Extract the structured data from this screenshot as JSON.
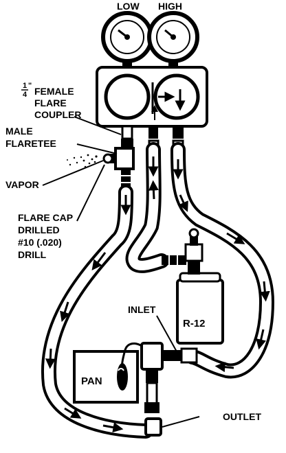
{
  "colors": {
    "ink": "#000000",
    "paper": "#ffffff"
  },
  "gauges": {
    "low": "LOW",
    "high": "HIGH"
  },
  "labels": {
    "fraction_num": "1",
    "fraction_den": "4",
    "fraction_mark": "\"",
    "female_flare_line1": "FEMALE",
    "female_flare_line2": "FLARE",
    "female_flare_line3": "COUPLER",
    "male_flaretee_line1": "MALE",
    "male_flaretee_line2": "FLARETEE",
    "vapor": "VAPOR",
    "flare_cap_line1": "FLARE CAP",
    "flare_cap_line2": "DRILLED",
    "flare_cap_line3": "#10 (.020)",
    "flare_cap_line4": "DRILL",
    "inlet": "INLET",
    "outlet": "OUTLET",
    "refrigerant": "R-12",
    "pan": "PAN"
  },
  "icons": {
    "gauge_low": "pressure-gauge-icon",
    "gauge_high": "pressure-gauge-icon",
    "sight_glass": "sight-glass-icon",
    "can": "refrigerant-can-icon",
    "valve": "expansion-valve-icon",
    "bulb": "sensing-bulb-icon"
  }
}
